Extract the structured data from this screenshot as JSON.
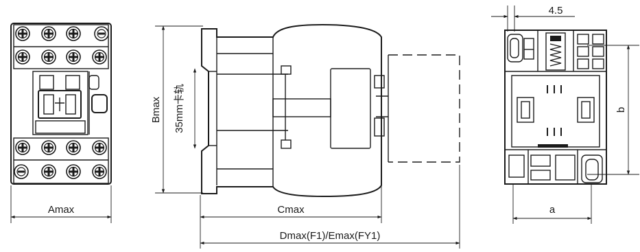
{
  "labels": {
    "amax": "Amax",
    "bmax": "Bmax",
    "rail": "35mm卡轨",
    "cmax": "Cmax",
    "dmax": "Dmax(F1)/Emax(FY1)",
    "pitch": "4.5",
    "a": "a",
    "b": "b"
  }
}
